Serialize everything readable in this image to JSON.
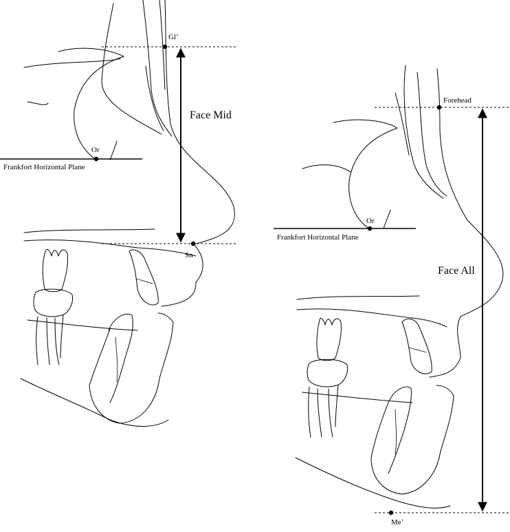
{
  "left_panel": {
    "landmarks": {
      "glabella": "Gl’",
      "orbitale": "Or",
      "subnasale": "Sn"
    },
    "plane_label": "Frankfort Horizontal Plane",
    "measure_label": "Face Mid"
  },
  "right_panel": {
    "landmarks": {
      "forehead": "Forehead",
      "orbitale": "Or",
      "menton": "Me’"
    },
    "plane_label": "Frankfort Horizontal Plane",
    "measure_label": "Face All"
  },
  "colors": {
    "ink": "#000000",
    "background": "#ffffff"
  }
}
